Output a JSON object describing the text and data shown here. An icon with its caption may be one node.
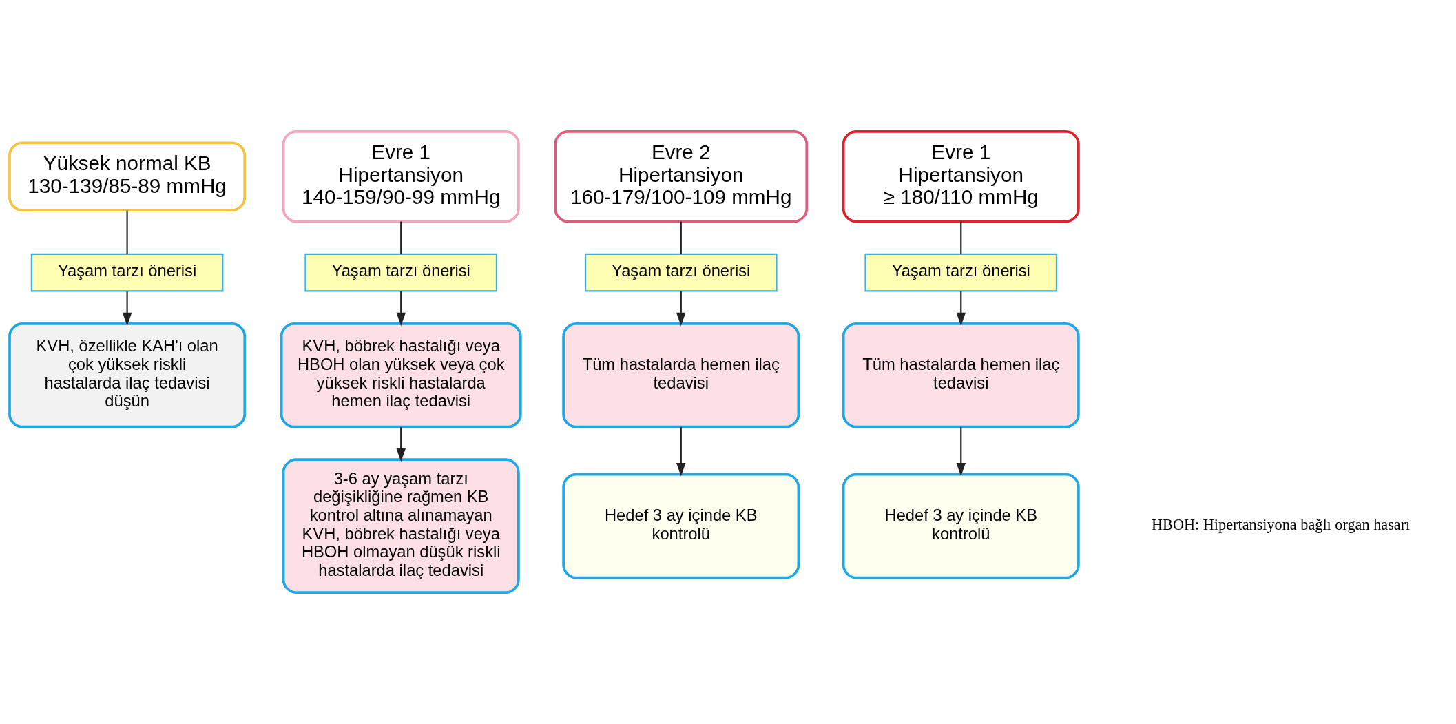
{
  "diagram": {
    "nodes": [
      {
        "text": [
          "Yüksek normal KB",
          "130-139/85-89 mmHg"
        ]
      },
      {
        "text": [
          "Yaşam tarzı önerisi"
        ]
      },
      {
        "text": [
          "KVH, özellikle KAH'ı olan çok yüksek riskli hastalarda ilaç tedavisi düşün"
        ]
      },
      {
        "text": [
          "Evre 1",
          "Hipertansiyon",
          "140-159/90-99 mmHg"
        ]
      },
      {
        "text": [
          "Yaşam tarzı önerisi"
        ]
      },
      {
        "text": [
          "KVH, böbrek hastalığı veya HBOH olan yüksek veya çok yüksek riskli hastalarda hemen ilaç tedavisi"
        ]
      },
      {
        "text": [
          "3-6 ay yaşam tarzı değişikliğine rağmen KB kontrol altına alınamayan KVH, böbrek hastalığı veya HBOH olmayan düşük riskli hastalarda ilaç tedavisi"
        ]
      },
      {
        "text": [
          "Evre 2",
          "Hipertansiyon",
          "160-179/100-109 mmHg"
        ]
      },
      {
        "text": [
          "Yaşam tarzı önerisi"
        ]
      },
      {
        "text": [
          "Tüm hastalarda hemen ilaç tedavisi"
        ]
      },
      {
        "text": [
          "Hedef 3 ay içinde KB kontrolü"
        ]
      },
      {
        "text": [
          "Evre 1",
          "Hipertansiyon",
          "≥ 180/110 mmHg"
        ]
      },
      {
        "text": [
          "Yaşam tarzı önerisi"
        ]
      },
      {
        "text": [
          "Tüm hastalarda hemen ilaç tedavisi"
        ]
      },
      {
        "text": [
          "Hedef 3 ay içinde KB kontrolü"
        ]
      }
    ],
    "edges": [
      {
        "from": 0,
        "to": 1,
        "arrow": "none"
      },
      {
        "from": 1,
        "to": 2,
        "arrow": "to"
      },
      {
        "from": 3,
        "to": 4,
        "arrow": "none"
      },
      {
        "from": 4,
        "to": 5,
        "arrow": "to"
      },
      {
        "from": 5,
        "to": 6,
        "arrow": "to"
      },
      {
        "from": 7,
        "to": 8,
        "arrow": "none"
      },
      {
        "from": 8,
        "to": 9,
        "arrow": "to"
      },
      {
        "from": 9,
        "to": 10,
        "arrow": "to"
      },
      {
        "from": 11,
        "to": 12,
        "arrow": "none"
      },
      {
        "from": 12,
        "to": 13,
        "arrow": "to"
      },
      {
        "from": 13,
        "to": 14,
        "arrow": "to"
      }
    ],
    "labels": [
      "HBOH: Hipertansiyona bağlı organ hasarı"
    ]
  }
}
